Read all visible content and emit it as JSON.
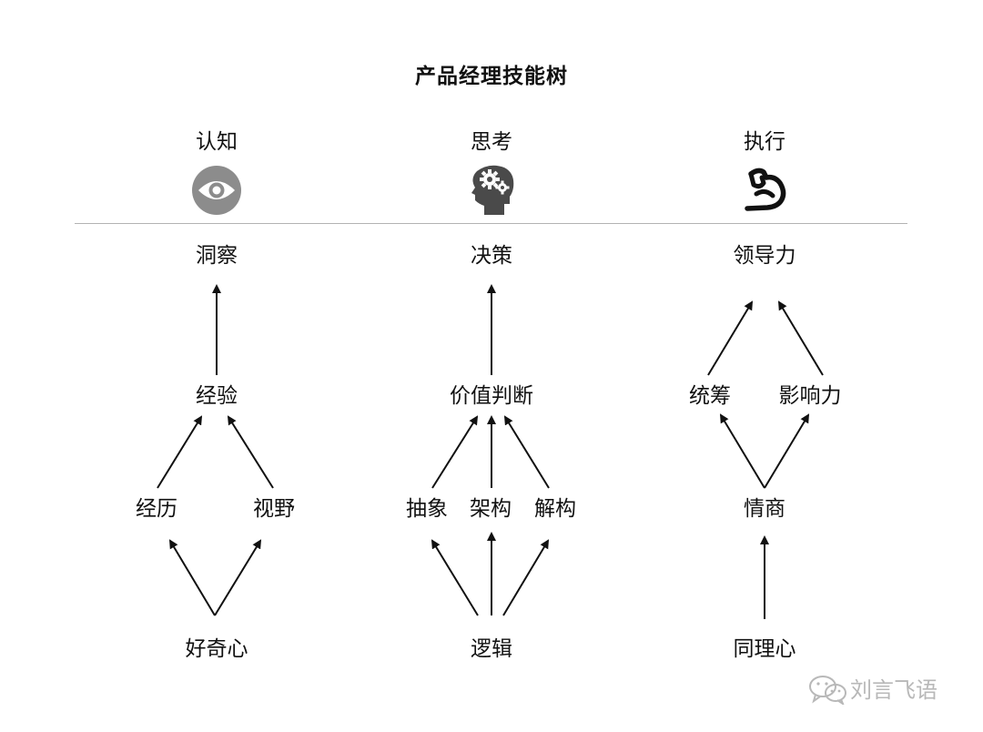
{
  "title": "产品经理技能树",
  "watermark": "刘言飞语",
  "columns": [
    {
      "category": "认知",
      "icon": "eye-icon",
      "nodes": {
        "top": "洞察",
        "mid": "经验",
        "low_left": "经历",
        "low_right": "视野",
        "base": "好奇心"
      }
    },
    {
      "category": "思考",
      "icon": "gear-head-icon",
      "nodes": {
        "top": "决策",
        "mid": "价值判断",
        "low_left": "抽象",
        "low_center": "架构",
        "low_right": "解构",
        "base": "逻辑"
      }
    },
    {
      "category": "执行",
      "icon": "muscle-arm-icon",
      "nodes": {
        "top": "领导力",
        "mid_left": "统筹",
        "mid_right": "影响力",
        "low": "情商",
        "base": "同理心"
      }
    }
  ],
  "colors": {
    "text": "#111111",
    "divider": "#b3b3b3",
    "eye_icon": "#8c8c8c",
    "head_icon": "#4a4a4a",
    "watermark": "#b8b8b8"
  }
}
